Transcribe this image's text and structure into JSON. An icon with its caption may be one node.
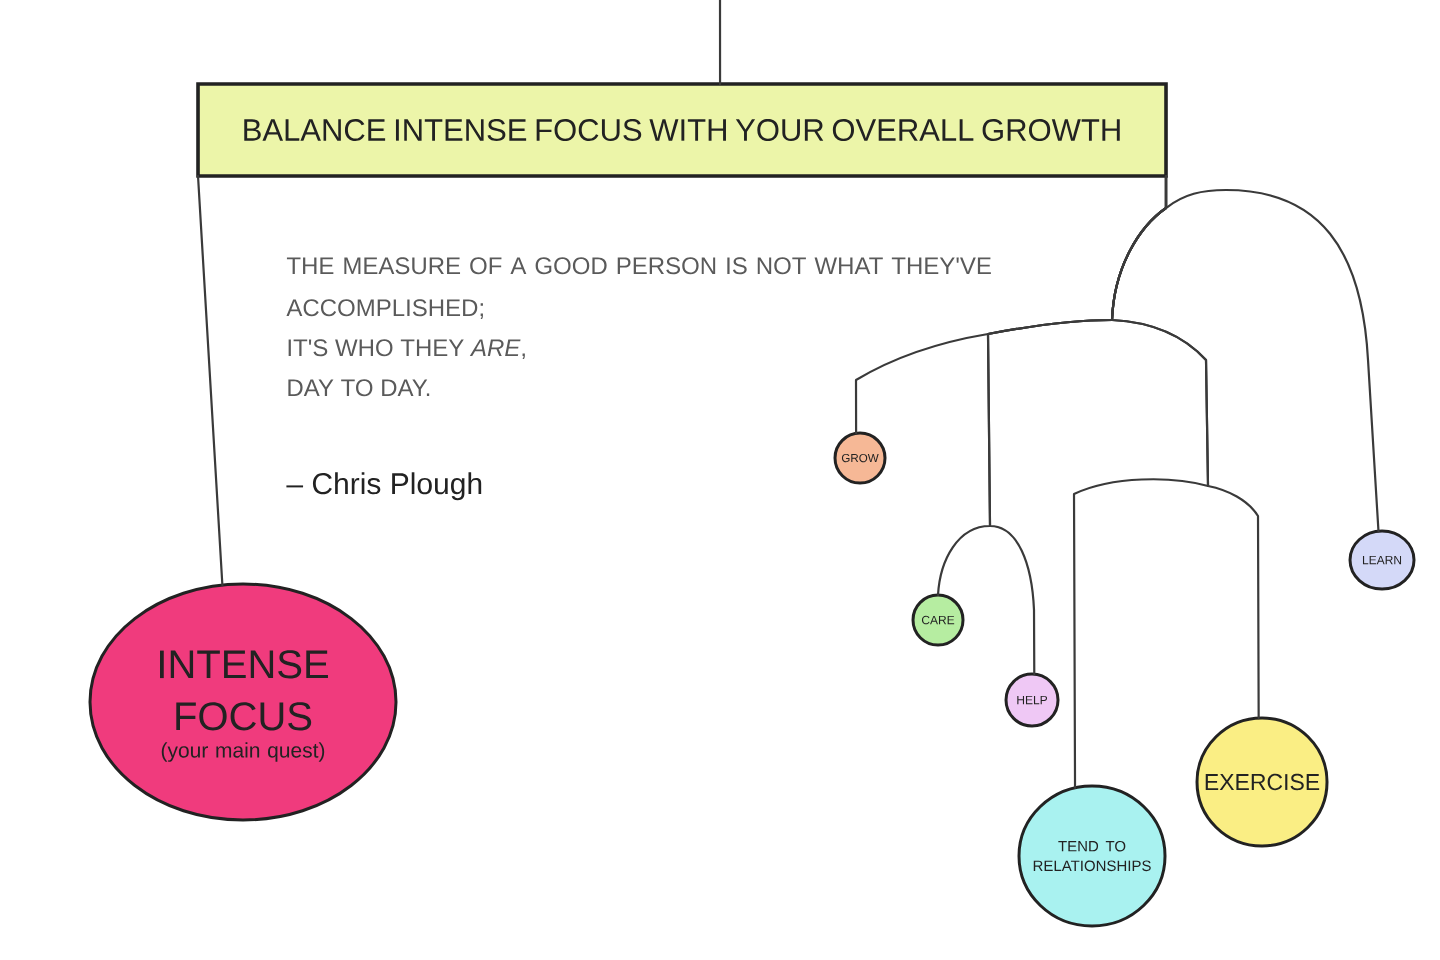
{
  "diagram": {
    "nodes": [
      {
        "text": [
          "BALANCE INTENSE FOCUS WITH YOUR OVERALL GROWTH"
        ]
      },
      {
        "text": [
          "INTENSE FOCUS",
          "(your main quest)"
        ]
      },
      {
        "text": [
          "GROW"
        ]
      },
      {
        "text": [
          "LEARN"
        ]
      },
      {
        "text": [
          "CARE"
        ]
      },
      {
        "text": [
          "HELP"
        ]
      },
      {
        "text": [
          "EXERCISE"
        ]
      },
      {
        "text": [
          "TEND TO RELATIONSHIPS"
        ]
      }
    ],
    "edges": [
      {
        "from": null,
        "to": 0,
        "arrow": "none"
      },
      {
        "from": 0,
        "to": 1,
        "arrow": "none"
      },
      {
        "from": 0,
        "to": 2,
        "arrow": "none"
      },
      {
        "from": 0,
        "to": 3,
        "arrow": "none"
      },
      {
        "from": 0,
        "to": 4,
        "arrow": "none"
      },
      {
        "from": 0,
        "to": 5,
        "arrow": "none"
      },
      {
        "from": 0,
        "to": 6,
        "arrow": "none"
      },
      {
        "from": 0,
        "to": 7,
        "arrow": "none"
      }
    ],
    "labels": [
      "THE MEASURE OF A GOOD PERSON IS NOT WHAT THEY'VE ACCOMPLISHED;",
      "IT'S WHO THEY *ARE*,",
      "DAY TO DAY.",
      "– Chris Plough"
    ]
  }
}
